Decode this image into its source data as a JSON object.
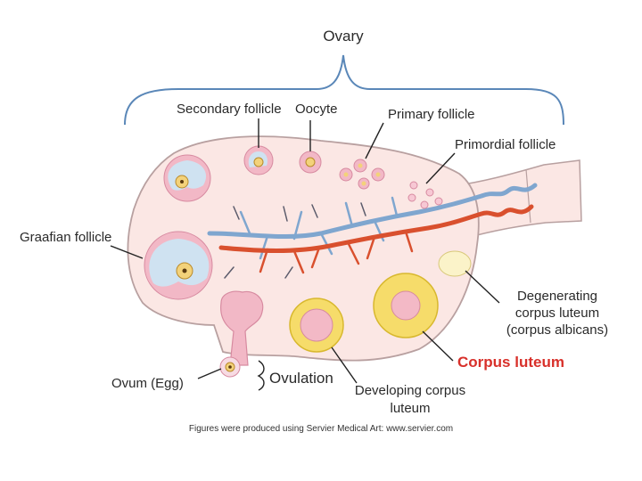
{
  "diagram": {
    "title": "Ovary",
    "labels": {
      "secondary_follicle": "Secondary follicle",
      "oocyte": "Oocyte",
      "primary_follicle": "Primary follicle",
      "primordial_follicle": "Primordial follicle",
      "graafian_follicle": "Graafian follicle",
      "degenerating_line1": "Degenerating",
      "degenerating_line2": "corpus luteum",
      "degenerating_line3": "(corpus albicans)",
      "corpus_luteum": "Corpus luteum",
      "ovum": "Ovum (Egg)",
      "ovulation": "Ovulation",
      "developing_line1": "Developing corpus",
      "developing_line2": "luteum"
    },
    "credit": "Figures were produced using Servier Medical Art: www.servier.com",
    "colors": {
      "ovary_fill": "#fbe7e4",
      "ovary_stroke": "#b8a0a0",
      "brace": "#5a87b8",
      "artery": "#d9502e",
      "vein": "#7fa6cf",
      "corpus_luteum": "#f6dc6a",
      "red_label": "#d8302a"
    }
  }
}
